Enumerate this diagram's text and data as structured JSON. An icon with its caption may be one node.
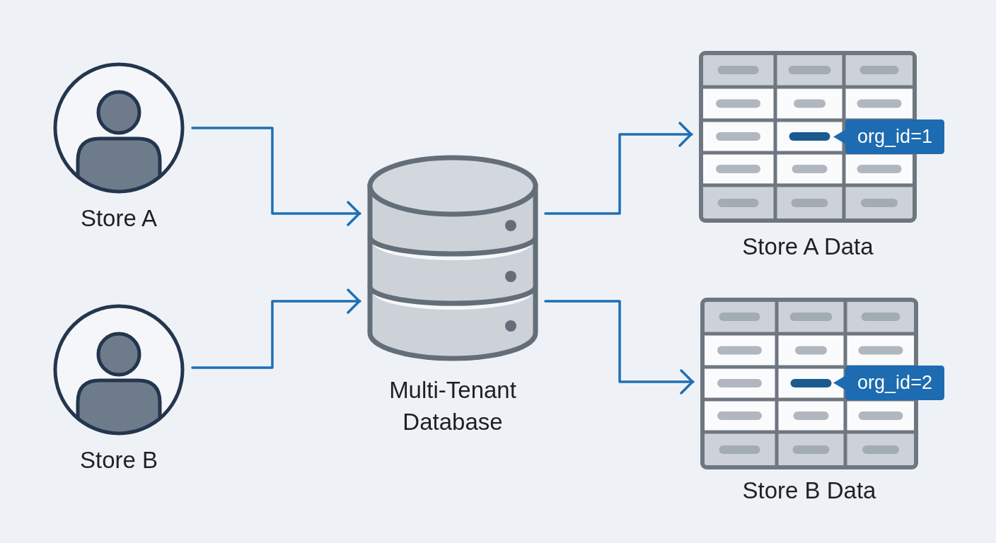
{
  "diagram": {
    "nodes": [
      {
        "text": [
          "Store A"
        ]
      },
      {
        "text": [
          "Store B"
        ]
      },
      {
        "text": [
          "Multi-Tenant Database"
        ]
      },
      {
        "text": [
          "Store A Data"
        ]
      },
      {
        "text": [
          "org_id=1"
        ]
      },
      {
        "text": [
          "Store B Data"
        ]
      },
      {
        "text": [
          "org_id=2"
        ]
      }
    ],
    "edges": [
      {
        "from": 0,
        "to": 2,
        "arrow": "to"
      },
      {
        "from": 1,
        "to": 2,
        "arrow": "to"
      },
      {
        "from": 2,
        "to": 3,
        "arrow": "to"
      },
      {
        "from": 2,
        "to": 5,
        "arrow": "to"
      }
    ]
  }
}
